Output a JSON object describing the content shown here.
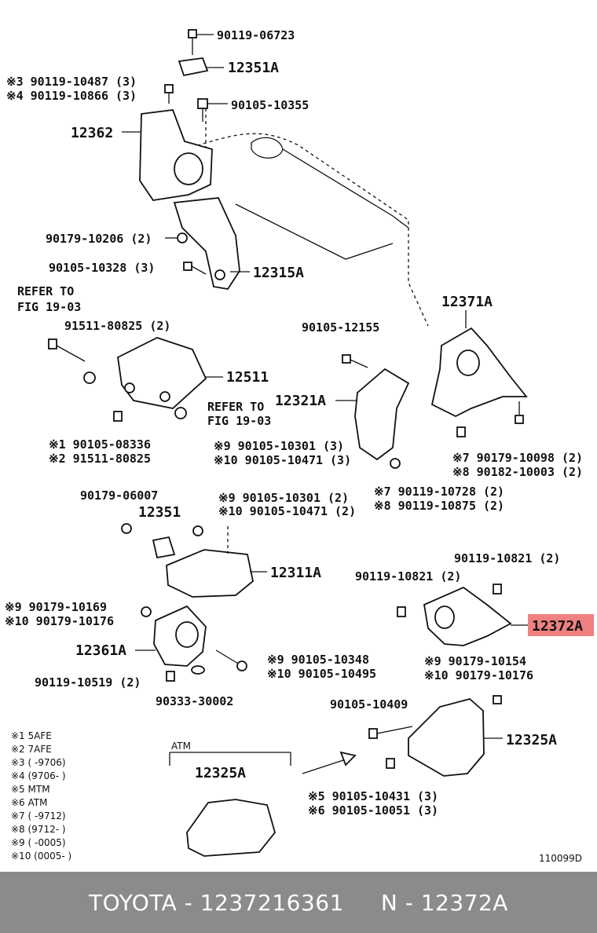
{
  "labels": {
    "p1": "90119-06723",
    "p2": "12351A",
    "p3": "※3 90119-10487 (3)",
    "p4": "※4 90119-10866 (3)",
    "p5": "90105-10355",
    "p6": "12362",
    "p7": "90179-10206 (2)",
    "p8": "90105-10328 (3)",
    "p9": "12315A",
    "p10": "REFER TO",
    "p11": "FIG 19-03",
    "p12": "91511-80825 (2)",
    "p13": "12511",
    "p14": "REFER TO",
    "p15": "FIG 19-03",
    "p16": "※1 90105-08336",
    "p17": "※2 91511-80825",
    "p18": "90105-12155",
    "p19": "12321A",
    "p20": "※9 90105-10301 (3)",
    "p21": "※10 90105-10471 (3)",
    "p22": "12371A",
    "p23": "※7 90179-10098 (2)",
    "p24": "※8 90182-10003 (2)",
    "p25": "※7 90119-10728 (2)",
    "p26": "※8 90119-10875 (2)",
    "p27": "90179-06007",
    "p28": "12351",
    "p29": "※9 90105-10301 (2)",
    "p30": "※10 90105-10471 (2)",
    "p31": "12311A",
    "p32": "90119-10821 (2)",
    "p33": "90119-10821 (2)",
    "p34": "12372A",
    "p35": "※9 90179-10169",
    "p36": "※10 90179-10176",
    "p37": "12361A",
    "p38": "※9 90105-10348",
    "p39": "※10 90105-10495",
    "p40": "※9 90179-10154",
    "p41": "※10 90179-10176",
    "p42": "90119-10519 (2)",
    "p43": "90333-30002",
    "p44": "90105-10409",
    "p45": "12325A",
    "p46": "ATM",
    "p47": "12325A",
    "p48": "※5 90105-10431 (3)",
    "p49": "※6 90105-10051 (3)",
    "p50": "110099D"
  },
  "notes": [
    "※1  5AFE",
    "※2  7AFE",
    "※3  (       -9706)",
    "※4  (9706-       )",
    "※5  MTM",
    "※6  ATM",
    "※7  (       -9712)",
    "※8  (9712-       )",
    "※9  (       -0005)",
    "※10  (0005-       )"
  ],
  "highlight_color": "#f08080",
  "footer": {
    "text": "TOYOTA - 1237216361     N - 12372A"
  }
}
